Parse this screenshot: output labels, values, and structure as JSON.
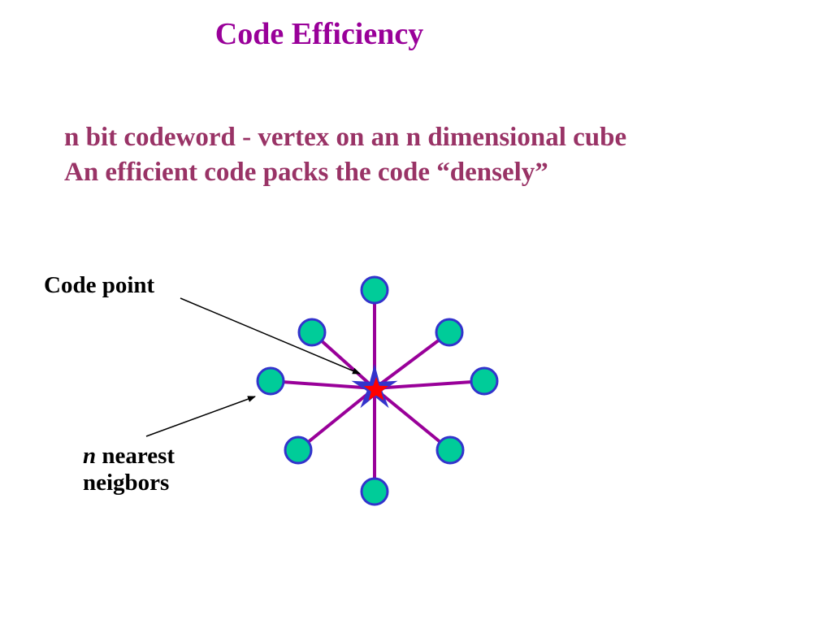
{
  "slide": {
    "title": "Code Efficiency",
    "bullets": [
      "n bit codeword - vertex on an n dimensional cube",
      "An efficient code packs the code “densely”"
    ]
  },
  "diagram": {
    "label_code_point": "Code point",
    "label_neighbors_var": "n",
    "label_neighbors_line1": " nearest",
    "label_neighbors_line2": "neigbors",
    "neighbor_count": 8,
    "colors": {
      "title": "#990099",
      "bullets": "#993366",
      "edges": "#990099",
      "node_fill": "#00cc99",
      "node_stroke": "#3333cc",
      "star_outer": "#3333cc",
      "star_inner": "#ff0000"
    },
    "icons": [
      "star-icon"
    ]
  }
}
